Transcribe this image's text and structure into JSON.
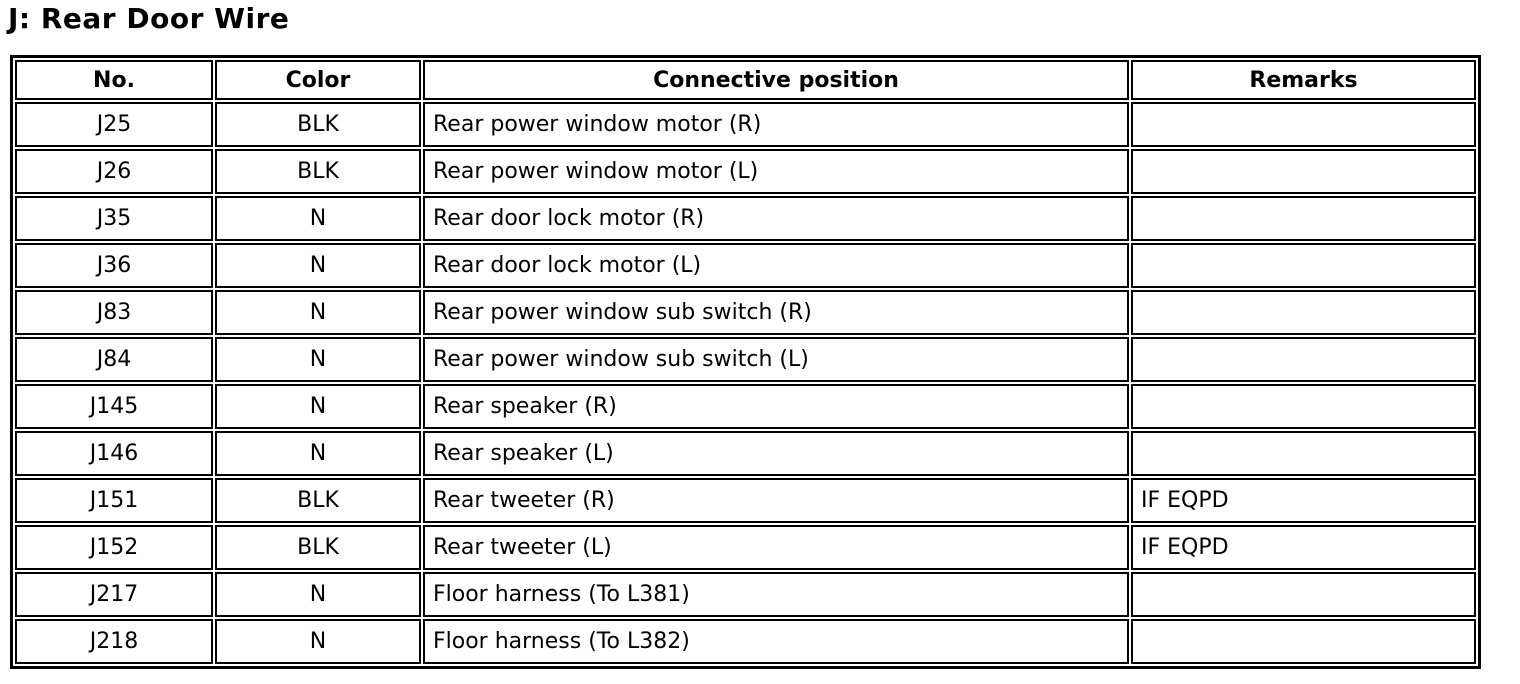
{
  "page": {
    "title": "J: Rear Door Wire"
  },
  "colors": {
    "text": "#000000",
    "border": "#000000",
    "background": "#ffffff"
  },
  "table": {
    "columns": [
      "No.",
      "Color",
      "Connective position",
      "Remarks"
    ],
    "rows": [
      {
        "no": "J25",
        "color": "BLK",
        "position": "Rear power window motor (R)",
        "remarks": ""
      },
      {
        "no": "J26",
        "color": "BLK",
        "position": "Rear power window motor (L)",
        "remarks": ""
      },
      {
        "no": "J35",
        "color": "N",
        "position": "Rear door lock motor (R)",
        "remarks": ""
      },
      {
        "no": "J36",
        "color": "N",
        "position": "Rear door lock motor (L)",
        "remarks": ""
      },
      {
        "no": "J83",
        "color": "N",
        "position": "Rear power window sub switch (R)",
        "remarks": ""
      },
      {
        "no": "J84",
        "color": "N",
        "position": "Rear power window sub switch (L)",
        "remarks": ""
      },
      {
        "no": "J145",
        "color": "N",
        "position": "Rear speaker (R)",
        "remarks": ""
      },
      {
        "no": "J146",
        "color": "N",
        "position": "Rear speaker (L)",
        "remarks": ""
      },
      {
        "no": "J151",
        "color": "BLK",
        "position": "Rear tweeter (R)",
        "remarks": "IF EQPD"
      },
      {
        "no": "J152",
        "color": "BLK",
        "position": "Rear tweeter (L)",
        "remarks": "IF EQPD"
      },
      {
        "no": "J217",
        "color": "N",
        "position": "Floor harness (To L381)",
        "remarks": ""
      },
      {
        "no": "J218",
        "color": "N",
        "position": "Floor harness (To L382)",
        "remarks": ""
      }
    ]
  }
}
